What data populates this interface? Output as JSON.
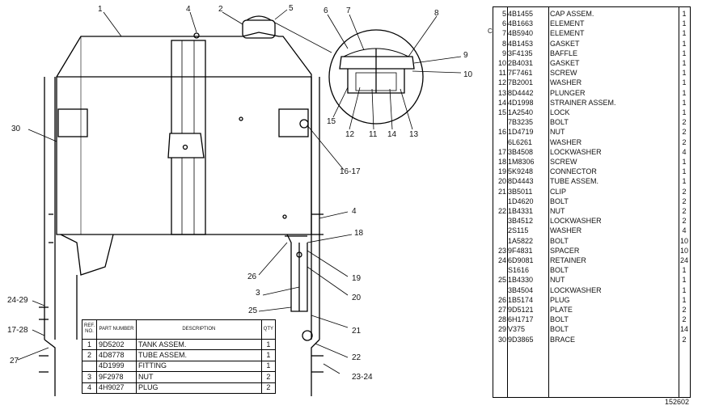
{
  "callouts": [
    "1",
    "4",
    "2",
    "5",
    "6",
    "7",
    "8",
    "9",
    "10",
    "15",
    "12",
    "11",
    "14",
    "13",
    "16-17",
    "30",
    "4",
    "18",
    "26",
    "19",
    "3",
    "20",
    "24-29",
    "25",
    "21",
    "17-28",
    "22",
    "27",
    "23-24"
  ],
  "small_table": {
    "headers": [
      "REF. NO.",
      "PART NUMBER",
      "DESCRIPTION",
      "QTY"
    ],
    "rows": [
      {
        "ref": "1",
        "pn": "9D5202",
        "desc": "TANK ASSEM.",
        "qty": "1"
      },
      {
        "ref": "2",
        "pn": "4D8778",
        "desc": "TUBE ASSEM.",
        "qty": "1"
      },
      {
        "ref": "",
        "pn": "4D1999",
        "desc": "FITTING",
        "qty": "1"
      },
      {
        "ref": "3",
        "pn": "9F2978",
        "desc": "NUT",
        "qty": "2"
      },
      {
        "ref": "4",
        "pn": "4H9027",
        "desc": "PLUG",
        "qty": "2"
      }
    ]
  },
  "parts_list": [
    {
      "ref": "5",
      "pn": "4B1455",
      "desc": "CAP ASSEM.",
      "qty": "1"
    },
    {
      "ref": "6",
      "pn": "4B1663",
      "desc": "ELEMENT",
      "qty": "1"
    },
    {
      "ref": "7",
      "pn": "4B5940",
      "desc": "ELEMENT",
      "qty": "1"
    },
    {
      "ref": "8",
      "pn": "4B1453",
      "desc": "GASKET",
      "qty": "1"
    },
    {
      "ref": "9",
      "pn": "3F4135",
      "desc": "BAFFLE",
      "qty": "1"
    },
    {
      "ref": "10",
      "pn": "2B4031",
      "desc": "GASKET",
      "qty": "1"
    },
    {
      "ref": "11",
      "pn": "7F7461",
      "desc": "SCREW",
      "qty": "1"
    },
    {
      "ref": "12",
      "pn": "7B2001",
      "desc": "WASHER",
      "qty": "1"
    },
    {
      "ref": "13",
      "pn": "8D4442",
      "desc": "PLUNGER",
      "qty": "1"
    },
    {
      "ref": "14",
      "pn": "4D1998",
      "desc": "STRAINER ASSEM.",
      "qty": "1"
    },
    {
      "ref": "15",
      "pn": "1A2540",
      "desc": "LOCK",
      "qty": "1"
    },
    {
      "ref": "",
      "pn": "7B3235",
      "desc": "BOLT",
      "qty": "2"
    },
    {
      "ref": "16",
      "pn": "1D4719",
      "desc": "NUT",
      "qty": "2"
    },
    {
      "ref": "",
      "pn": "6L6261",
      "desc": "WASHER",
      "qty": "2"
    },
    {
      "ref": "17",
      "pn": "3B4508",
      "desc": "LOCKWASHER",
      "qty": "4"
    },
    {
      "ref": "18",
      "pn": "1M8306",
      "desc": "SCREW",
      "qty": "1"
    },
    {
      "ref": "19",
      "pn": "5K9248",
      "desc": "CONNECTOR",
      "qty": "1"
    },
    {
      "ref": "20",
      "pn": "8D4443",
      "desc": "TUBE ASSEM.",
      "qty": "1"
    },
    {
      "ref": "21",
      "pn": "3B5011",
      "desc": "CLIP",
      "qty": "2"
    },
    {
      "ref": "",
      "pn": "1D4620",
      "desc": "BOLT",
      "qty": "2"
    },
    {
      "ref": "22",
      "pn": "1B4331",
      "desc": "NUT",
      "qty": "2"
    },
    {
      "ref": "",
      "pn": "3B4512",
      "desc": "LOCKWASHER",
      "qty": "2"
    },
    {
      "ref": "",
      "pn": "2S115",
      "desc": "WASHER",
      "qty": "4"
    },
    {
      "ref": "",
      "pn": "1A5822",
      "desc": "BOLT",
      "qty": "10"
    },
    {
      "ref": "23",
      "pn": "9F4831",
      "desc": "SPACER",
      "qty": "10"
    },
    {
      "ref": "24",
      "pn": "6D9081",
      "desc": "RETAINER",
      "qty": "24"
    },
    {
      "ref": "",
      "pn": "S1616",
      "desc": "BOLT",
      "qty": "1"
    },
    {
      "ref": "25",
      "pn": "1B4330",
      "desc": "NUT",
      "qty": "1"
    },
    {
      "ref": "",
      "pn": "3B4504",
      "desc": "LOCKWASHER",
      "qty": "1"
    },
    {
      "ref": "26",
      "pn": "1B5174",
      "desc": "PLUG",
      "qty": "1"
    },
    {
      "ref": "27",
      "pn": "9D5121",
      "desc": "PLATE",
      "qty": "2"
    },
    {
      "ref": "28",
      "pn": "6H1717",
      "desc": "BOLT",
      "qty": "2"
    },
    {
      "ref": "29",
      "pn": "V375",
      "desc": "BOLT",
      "qty": "14"
    },
    {
      "ref": "30",
      "pn": "9D3865",
      "desc": "BRACE",
      "qty": "2"
    }
  ],
  "margin_mark": "C",
  "drawing_number": "152602"
}
